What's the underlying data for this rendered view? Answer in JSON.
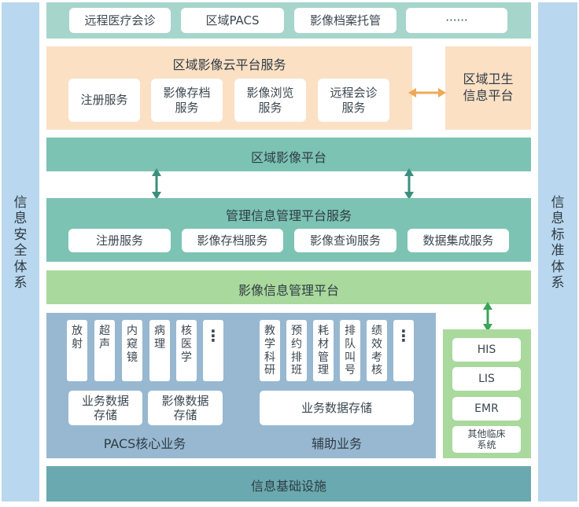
{
  "security_column": {
    "label": "信息安全体系"
  },
  "standard_column": {
    "label": "信息标准体系"
  },
  "top_services": [
    "远程医疗会诊",
    "区域PACS",
    "影像档案托管",
    "······"
  ],
  "cloud_platform": {
    "title": "区域影像云平台服务",
    "services": [
      "注册服务",
      "影像存档\n服务",
      "影像浏览\n服务",
      "远程会诊\n服务"
    ]
  },
  "regional_health": {
    "label": "区域卫生\n信息平台"
  },
  "regional_imaging_platform": {
    "title": "区域影像平台"
  },
  "management_platform": {
    "title": "管理信息管理平台服务",
    "services": [
      "注册服务",
      "影像存档服务",
      "影像查询服务",
      "数据集成服务"
    ]
  },
  "imaging_info_platform": {
    "title": "影像信息管理平台"
  },
  "pacs_core": {
    "title": "PACS核心业务",
    "columns": [
      "放射",
      "超声",
      "内窥镜",
      "病理",
      "核医学",
      "⋮"
    ],
    "storage": [
      "业务数据\n存储",
      "影像数据\n存储"
    ]
  },
  "auxiliary": {
    "title": "辅助业务",
    "columns": [
      "教学科研",
      "预约排班",
      "耗材管理",
      "排队叫号",
      "绩效考核",
      "⋮"
    ],
    "storage": "业务数据存储"
  },
  "clinical_systems": [
    "HIS",
    "LIS",
    "EMR",
    "其他临床\n系统"
  ],
  "infrastructure": {
    "title": "信息基础设施"
  },
  "colors": {
    "side_blue": "#b9d7ee",
    "top_teal": "#a6d5cc",
    "peach": "#fbe0c4",
    "teal": "#7cc3b3",
    "green": "#a9d99c",
    "slate": "#97b8d0",
    "bottom_teal": "#6aa9af",
    "arrow_teal": "#3b8f7e",
    "arrow_orange": "#f0a857",
    "arrow_green": "#3aa457"
  }
}
